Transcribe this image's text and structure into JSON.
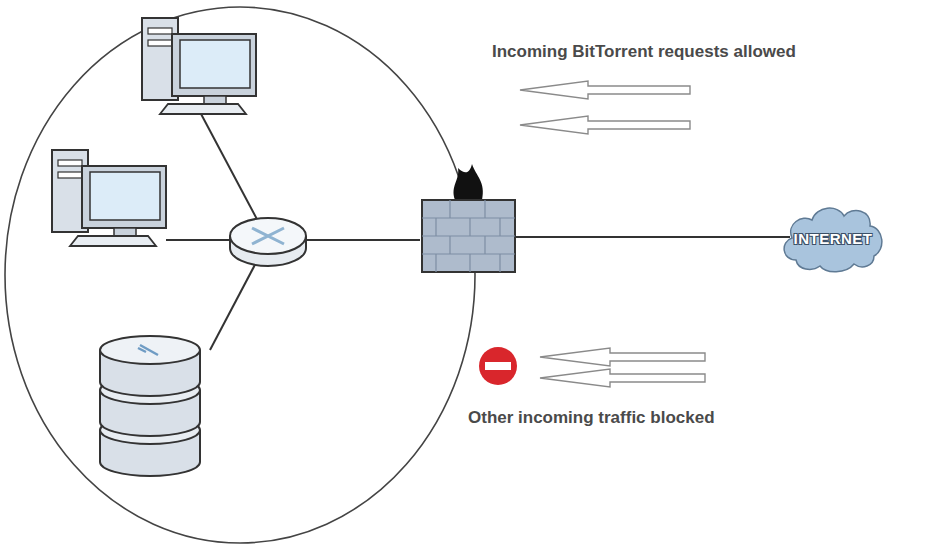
{
  "diagram": {
    "nodes": [
      {
        "text": [
          "INTERNET"
        ]
      }
    ],
    "labels": [
      "Incoming BitTorrent requests allowed",
      "Other incoming traffic blocked"
    ]
  }
}
